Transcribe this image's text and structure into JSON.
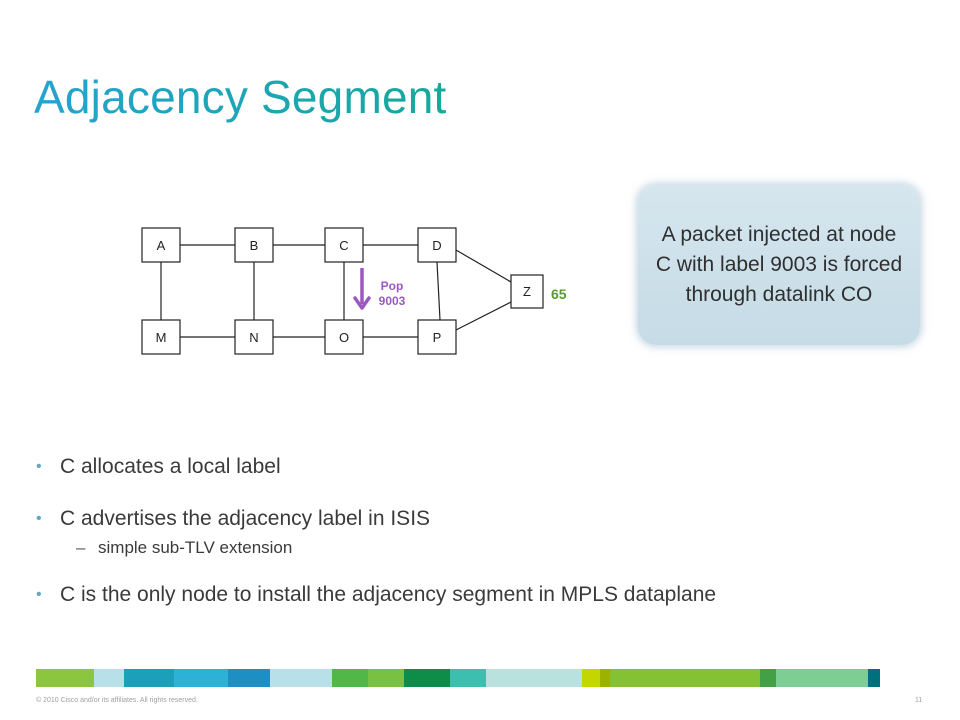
{
  "slide": {
    "title": "Adjacency Segment",
    "callout": "A packet injected at node C with label 9003 is forced through datalink CO",
    "bullets": [
      "C allocates a local label",
      "C advertises the adjacency label in ISIS",
      "simple sub-TLV extension",
      "C is the only node to install the adjacency segment in MPLS dataplane"
    ],
    "sub_dash": "–",
    "footer": {
      "copyright": "© 2010 Cisco and/or its affiliates. All rights reserved.",
      "page_number": "11"
    }
  },
  "diagram": {
    "nodes": {
      "a": "A",
      "b": "B",
      "c": "C",
      "d": "D",
      "m": "M",
      "n": "N",
      "o": "O",
      "p": "P",
      "z": "Z"
    },
    "pop_label_1": "Pop",
    "pop_label_2": "9003",
    "z_label": "65"
  },
  "colors": {
    "title_gradient": [
      "#25a3d0",
      "#16a89a"
    ],
    "arrow": "#9b59c0",
    "pop_text": "#9b59c0",
    "z_label": "#5a9a2e",
    "stripe": [
      "#8cc63f",
      "#b7e0e8",
      "#1aa0b8",
      "#2bb2d6",
      "#1e8fc2",
      "#b7e0e8",
      "#50b848",
      "#79c142",
      "#0e8c4a",
      "#3dbfb0",
      "#b9e1de",
      "#c4d600",
      "#9bb200",
      "#84c234",
      "#43a047",
      "#7dcd94",
      "#00707f"
    ]
  }
}
